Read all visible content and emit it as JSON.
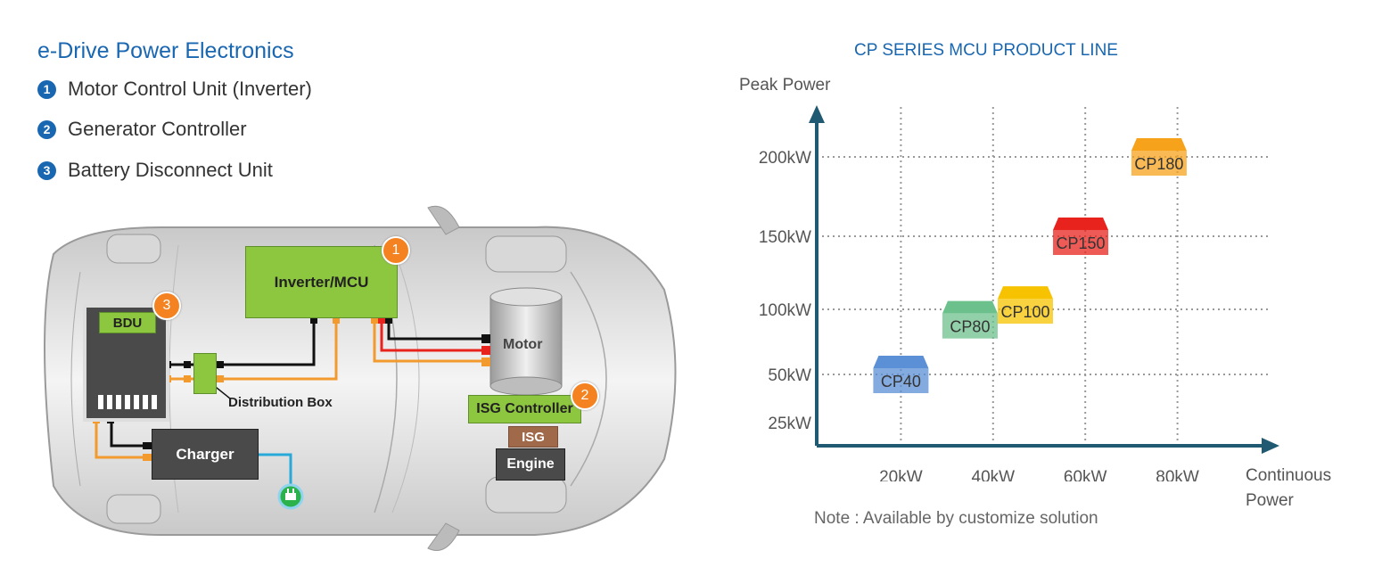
{
  "left": {
    "title": "e-Drive Power Electronics",
    "items": [
      {
        "num": "1",
        "label": "Motor Control Unit (Inverter)"
      },
      {
        "num": "2",
        "label": "Generator Controller"
      },
      {
        "num": "3",
        "label": "Battery Disconnect Unit"
      }
    ],
    "diagram": {
      "inverter": "Inverter/MCU",
      "bdu": "BDU",
      "distribution": "Distribution Box",
      "motor": "Motor",
      "isg_controller": "ISG Controller",
      "isg": "ISG",
      "engine": "Engine",
      "charger": "Charger",
      "badge1": "1",
      "badge2": "2",
      "badge3": "3"
    }
  },
  "right": {
    "note": "Note : Available by customize solution"
  },
  "chart_data": {
    "type": "scatter",
    "title": "CP SERIES MCU PRODUCT LINE",
    "ylabel": "Peak Power",
    "xlabel_line1": "Continuous",
    "xlabel_line2": "Power",
    "x_ticks": [
      "20kW",
      "40kW",
      "60kW",
      "80kW"
    ],
    "y_ticks": [
      "25kW",
      "50kW",
      "100kW",
      "150kW",
      "200kW"
    ],
    "series": [
      {
        "name": "CP40",
        "x": 20,
        "y": 50,
        "color": "#5b8fd6"
      },
      {
        "name": "CP80",
        "x": 35,
        "y": 92,
        "color": "#6cc08b"
      },
      {
        "name": "CP100",
        "x": 47,
        "y": 103,
        "color": "#f7c300"
      },
      {
        "name": "CP150",
        "x": 59,
        "y": 150,
        "color": "#e8231e"
      },
      {
        "name": "CP180",
        "x": 76,
        "y": 200,
        "color": "#f7a21b"
      }
    ]
  }
}
